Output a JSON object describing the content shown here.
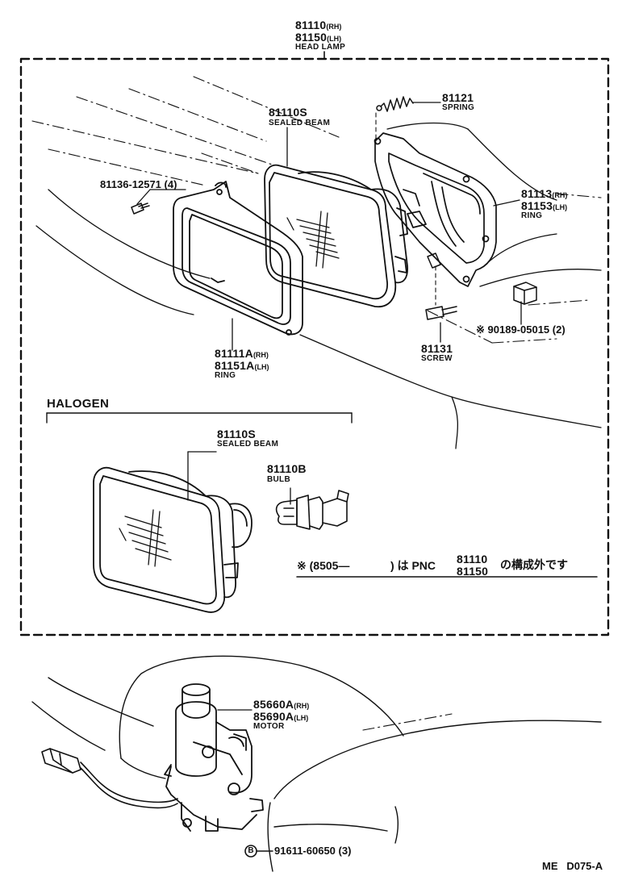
{
  "headlamp": {
    "pnc_rh": "81110",
    "rh": "(RH)",
    "pnc_lh": "81150",
    "lh": "(LH)",
    "name": "HEAD LAMP"
  },
  "parts": {
    "spring": {
      "pnc": "81121",
      "name": "SPRING"
    },
    "sealed_beam_top": {
      "pnc": "81110S",
      "name": "SEALED BEAM"
    },
    "screw_small": {
      "pnc": "81136-12571",
      "qty": "(4)"
    },
    "ring_rear": {
      "pnc_rh": "81113",
      "rh": "(RH)",
      "pnc_lh": "81153",
      "lh": "(LH)",
      "name": "RING"
    },
    "clip": {
      "mark": "※",
      "pnc": "90189-05015",
      "qty": "(2)"
    },
    "screw": {
      "pnc": "81131",
      "name": "SCREW"
    },
    "ring_front": {
      "pnc_rh": "81111A",
      "rh": "(RH)",
      "pnc_lh": "81151A",
      "lh": "(LH)",
      "name": "RING"
    },
    "sealed_beam_halogen": {
      "pnc": "81110S",
      "name": "SEALED BEAM"
    },
    "bulb": {
      "pnc": "81110B",
      "name": "BULB"
    },
    "motor": {
      "pnc_rh": "85660A",
      "rh": "(RH)",
      "pnc_lh": "85690A",
      "lh": "(LH)",
      "name": "MOTOR"
    },
    "bolt": {
      "mark": "B",
      "pnc": "91611-60650",
      "qty": "(3)"
    }
  },
  "halogen_label": "HALOGEN",
  "note": {
    "prefix": "※ (8505—",
    "mid": ") は PNC",
    "pnc1": "81110",
    "pnc2": "81150",
    "suffix": "の構成外です"
  },
  "footer_code": "ME   D075-A"
}
